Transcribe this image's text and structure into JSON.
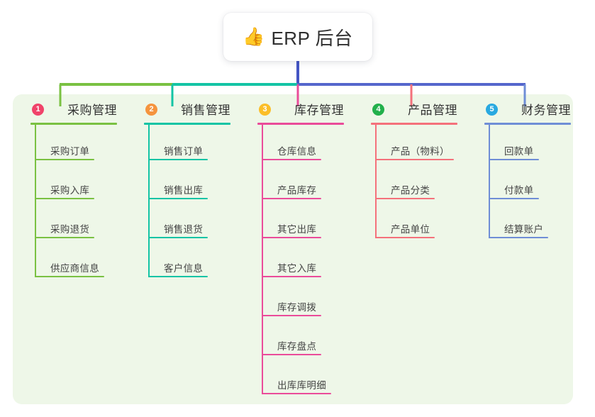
{
  "diagram": {
    "type": "org-tree",
    "root": {
      "icon": "thumbs-up-icon",
      "emoji": "👍",
      "title": "ERP 后台"
    },
    "panel": {
      "background_color": "#eef7e8"
    },
    "connector_segments": [
      {
        "name": "trunk",
        "color": "#4455c4"
      },
      {
        "name": "bar-left-green",
        "color": "#7ac142"
      },
      {
        "name": "bar-mid-teal",
        "color": "#13c4a5"
      },
      {
        "name": "bar-right-blue",
        "color": "#5566cc"
      }
    ],
    "columns": [
      {
        "index": "1",
        "title": "采购管理",
        "badge_color": "#f0436a",
        "line_color": "#7ac142",
        "drop_color": "#7ac142",
        "items": [
          {
            "label": "采购订单"
          },
          {
            "label": "采购入库"
          },
          {
            "label": "采购退货"
          },
          {
            "label": "供应商信息"
          }
        ]
      },
      {
        "index": "2",
        "title": "销售管理",
        "badge_color": "#f5943e",
        "line_color": "#13c4a5",
        "drop_color": "#13c4a5",
        "items": [
          {
            "label": "销售订单"
          },
          {
            "label": "销售出库"
          },
          {
            "label": "销售退货"
          },
          {
            "label": "客户信息"
          }
        ]
      },
      {
        "index": "3",
        "title": "库存管理",
        "badge_color": "#fbbe28",
        "line_color": "#ea4c9a",
        "drop_color": "#ea4c9a",
        "items": [
          {
            "label": "仓库信息"
          },
          {
            "label": "产品库存"
          },
          {
            "label": "其它出库"
          },
          {
            "label": "其它入库"
          },
          {
            "label": "库存调拨"
          },
          {
            "label": "库存盘点"
          },
          {
            "label": "出库库明细"
          }
        ]
      },
      {
        "index": "4",
        "title": "产品管理",
        "badge_color": "#22b04b",
        "line_color": "#f4717b",
        "drop_color": "#f4717b",
        "items": [
          {
            "label": "产品（物料）"
          },
          {
            "label": "产品分类"
          },
          {
            "label": "产品单位"
          }
        ]
      },
      {
        "index": "5",
        "title": "财务管理",
        "badge_color": "#29a9e0",
        "line_color": "#6f8ed6",
        "drop_color": "#6f8ed6",
        "items": [
          {
            "label": "回款单"
          },
          {
            "label": "付款单"
          },
          {
            "label": "结算账户"
          }
        ]
      }
    ]
  }
}
